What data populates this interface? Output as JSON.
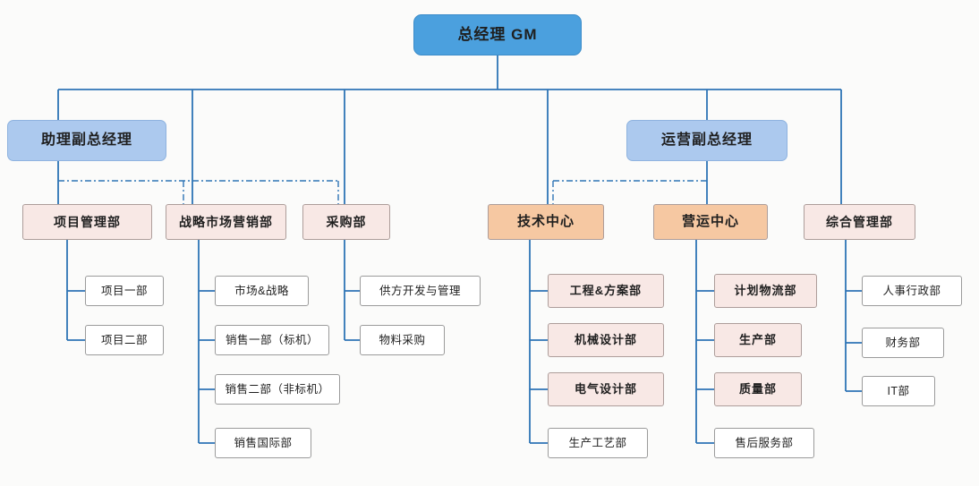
{
  "nodes": {
    "gm": {
      "label": "总经理 GM"
    },
    "assistant_vp": {
      "label": "助理副总经理"
    },
    "operations_vp": {
      "label": "运营副总经理"
    },
    "project_mgmt": {
      "label": "项目管理部"
    },
    "strategic_marketing": {
      "label": "战略市场营销部"
    },
    "purchasing": {
      "label": "采购部"
    },
    "tech_center": {
      "label": "技术中心"
    },
    "operations_center": {
      "label": "营运中心"
    },
    "general_mgmt": {
      "label": "综合管理部"
    },
    "project_1": {
      "label": "项目一部"
    },
    "project_2": {
      "label": "项目二部"
    },
    "market_strategy": {
      "label": "市场&战略"
    },
    "sales_1": {
      "label": "销售一部（标机）"
    },
    "sales_2": {
      "label": "销售二部（非标机）"
    },
    "sales_intl": {
      "label": "销售国际部"
    },
    "supplier_dev": {
      "label": "供方开发与管理"
    },
    "material_purchasing": {
      "label": "物料采购"
    },
    "engineering_solutions": {
      "label": "工程&方案部"
    },
    "mechanical_design": {
      "label": "机械设计部"
    },
    "electrical_design": {
      "label": "电气设计部"
    },
    "production_process": {
      "label": "生产工艺部"
    },
    "planning_logistics": {
      "label": "计划物流部"
    },
    "production": {
      "label": "生产部"
    },
    "quality": {
      "label": "质量部"
    },
    "after_sales": {
      "label": "售后服务部"
    },
    "hr_admin": {
      "label": "人事行政部"
    },
    "finance": {
      "label": "财务部"
    },
    "it": {
      "label": "IT部"
    }
  },
  "edges": {
    "solid": [
      [
        "gm",
        "assistant_vp"
      ],
      [
        "gm",
        "project_mgmt"
      ],
      [
        "gm",
        "strategic_marketing"
      ],
      [
        "gm",
        "purchasing"
      ],
      [
        "gm",
        "tech_center"
      ],
      [
        "gm",
        "operations_vp"
      ],
      [
        "gm",
        "operations_center"
      ],
      [
        "gm",
        "general_mgmt"
      ],
      [
        "project_mgmt",
        "project_1"
      ],
      [
        "project_mgmt",
        "project_2"
      ],
      [
        "strategic_marketing",
        "market_strategy"
      ],
      [
        "strategic_marketing",
        "sales_1"
      ],
      [
        "strategic_marketing",
        "sales_2"
      ],
      [
        "strategic_marketing",
        "sales_intl"
      ],
      [
        "purchasing",
        "supplier_dev"
      ],
      [
        "purchasing",
        "material_purchasing"
      ],
      [
        "tech_center",
        "engineering_solutions"
      ],
      [
        "tech_center",
        "mechanical_design"
      ],
      [
        "tech_center",
        "electrical_design"
      ],
      [
        "tech_center",
        "production_process"
      ],
      [
        "operations_center",
        "planning_logistics"
      ],
      [
        "operations_center",
        "production"
      ],
      [
        "operations_center",
        "quality"
      ],
      [
        "operations_center",
        "after_sales"
      ],
      [
        "general_mgmt",
        "hr_admin"
      ],
      [
        "general_mgmt",
        "finance"
      ],
      [
        "general_mgmt",
        "it"
      ]
    ],
    "dashed": [
      [
        "assistant_vp",
        "strategic_marketing"
      ],
      [
        "assistant_vp",
        "purchasing"
      ],
      [
        "operations_vp",
        "tech_center"
      ]
    ]
  },
  "colors": {
    "line": "#2E74B5",
    "gm_fill": "#4BA0DE",
    "gm_border": "#3C8CC9",
    "vp_fill": "#ACC9EE",
    "vp_border": "#8FB3DF",
    "dept_fill": "#F8E8E5",
    "dept_border": "#AD9D9A",
    "center_fill": "#F6C8A2",
    "center_border": "#AD9D9A",
    "childpink_fill": "#F8E8E5",
    "child_fill": "#FFFFFF",
    "child_border": "#9B9B9B",
    "text": "#1F1F1F"
  }
}
